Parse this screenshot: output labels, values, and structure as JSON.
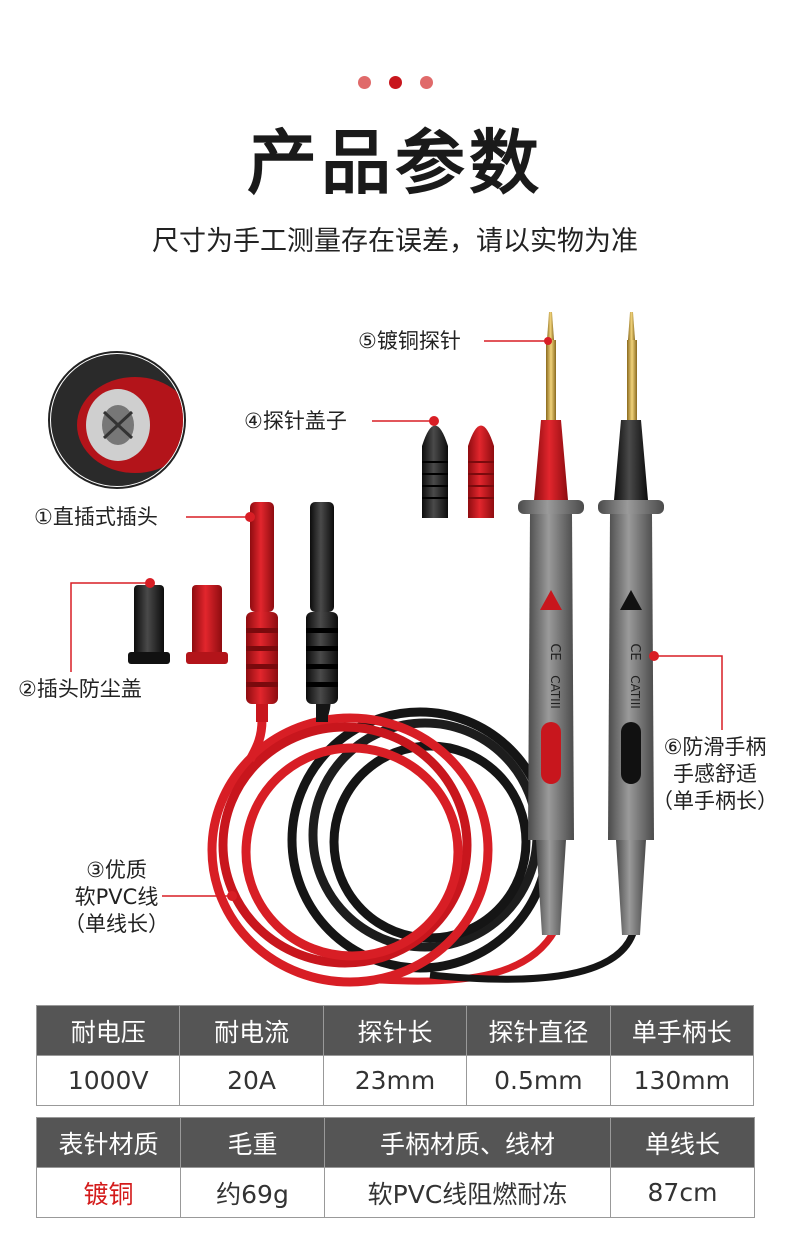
{
  "header": {
    "title": "产品参数",
    "subtitle": "尺寸为手工测量存在误差，请以实物为准"
  },
  "callouts": {
    "c1": "①直插式插头",
    "c2": "②插头防尘盖",
    "c3": [
      "③优质",
      "软PVC线",
      "（单线长）"
    ],
    "c4": "④探针盖子",
    "c5": "⑤镀铜探针",
    "c6": [
      "⑥防滑手柄",
      "手感舒适",
      "（单手柄长）"
    ]
  },
  "probe_marks": {
    "ce": "CE",
    "cat": "CATIII"
  },
  "table1": {
    "headers": [
      "耐电压",
      "耐电流",
      "探针长",
      "探针直径",
      "单手柄长"
    ],
    "values": [
      "1000V",
      "20A",
      "23mm",
      "0.5mm",
      "130mm"
    ]
  },
  "table2": {
    "headers": [
      "表针材质",
      "毛重",
      "手柄材质、线材",
      "单线长"
    ],
    "values": [
      "镀铜",
      "约69g",
      "软PVC线阻燃耐冻",
      "87cm"
    ]
  },
  "colors": {
    "accent_red": "#c8161d",
    "table_header": "#555555",
    "highlight_text": "#d41b1b"
  }
}
